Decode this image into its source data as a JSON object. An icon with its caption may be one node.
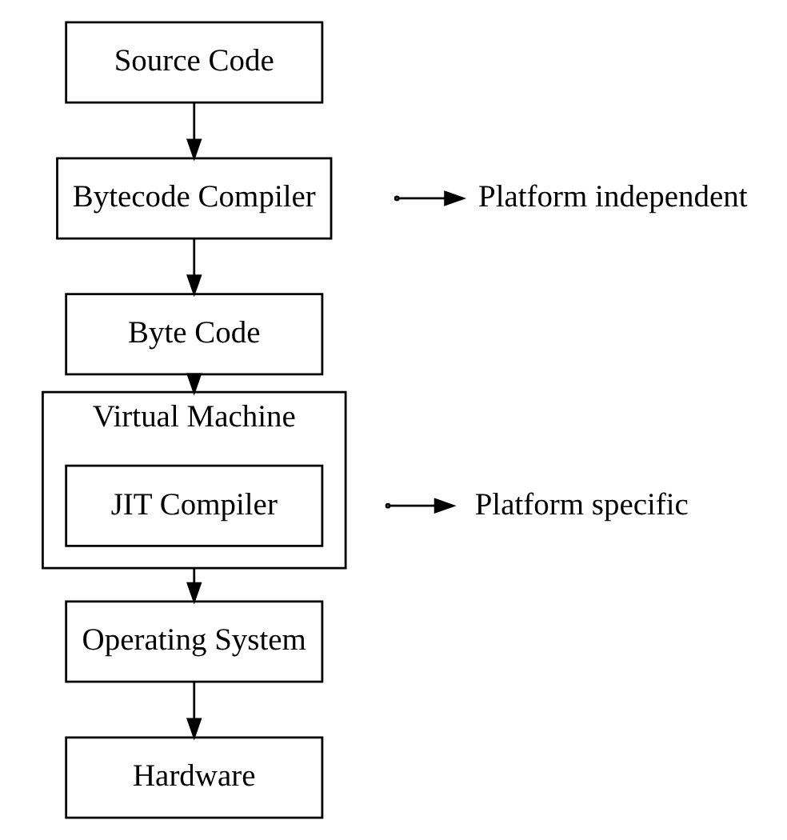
{
  "diagram": {
    "nodes": [
      {
        "text": [
          "Source Code"
        ]
      },
      {
        "text": [
          "Bytecode Compiler"
        ]
      },
      {
        "text": [
          "Byte Code"
        ]
      },
      {
        "text": [
          "Virtual Machine"
        ]
      },
      {
        "text": [
          "JIT Compiler"
        ],
        "in": 3
      },
      {
        "text": [
          "Operating System"
        ]
      },
      {
        "text": [
          "Hardware"
        ]
      },
      {
        "text": [
          "Platform independent"
        ]
      },
      {
        "text": [
          "Platform specific"
        ]
      }
    ],
    "edges": [
      {
        "from": 0,
        "to": 1,
        "arrow": "to"
      },
      {
        "from": 1,
        "to": 2,
        "arrow": "to"
      },
      {
        "from": 2,
        "to": 3,
        "arrow": "to"
      },
      {
        "from": 3,
        "to": 5,
        "arrow": "to"
      },
      {
        "from": 5,
        "to": 6,
        "arrow": "to"
      },
      {
        "from": null,
        "to": 7,
        "arrow": "to"
      },
      {
        "from": null,
        "to": 8,
        "arrow": "to"
      }
    ]
  }
}
